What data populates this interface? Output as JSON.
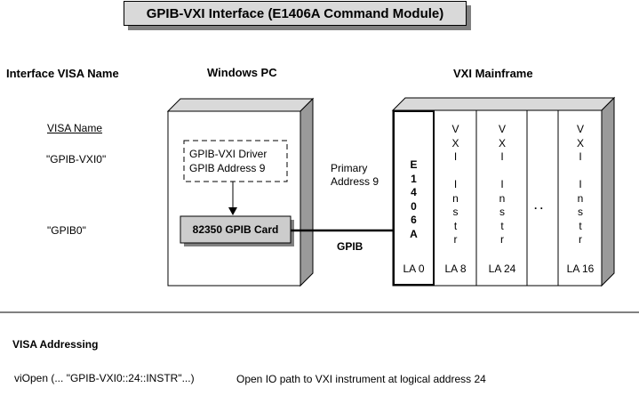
{
  "title": "GPIB-VXI Interface (E1406A Command Module)",
  "headers": {
    "interface": "Interface VISA Name",
    "pc": "Windows PC",
    "mainframe": "VXI Mainframe"
  },
  "visa": {
    "heading": "VISA Name",
    "name1": "\"GPIB-VXI0\"",
    "name2": "\"GPIB0\""
  },
  "driver": {
    "line1": "GPIB-VXI Driver",
    "line2": "GPIB Address 9"
  },
  "card": "82350 GPIB Card",
  "primary": {
    "line1": "Primary",
    "line2": "Address 9"
  },
  "gpib_label": "GPIB",
  "slots": {
    "cmd_chars": [
      "E",
      "1",
      "4",
      "0",
      "6",
      "A"
    ],
    "cmd_la": "LA 0",
    "instr_chars": [
      "V",
      "X",
      "I",
      "",
      "I",
      "n",
      "s",
      "t",
      "r"
    ],
    "instr_la": [
      "LA 8",
      "LA 24",
      "LA 16"
    ],
    "ellipsis": ". ."
  },
  "addressing": {
    "heading": "VISA Addressing",
    "code": "viOpen (... \"GPIB-VXI0::24::INSTR\"...)",
    "description": "Open IO path to VXI instrument at logical address 24"
  }
}
